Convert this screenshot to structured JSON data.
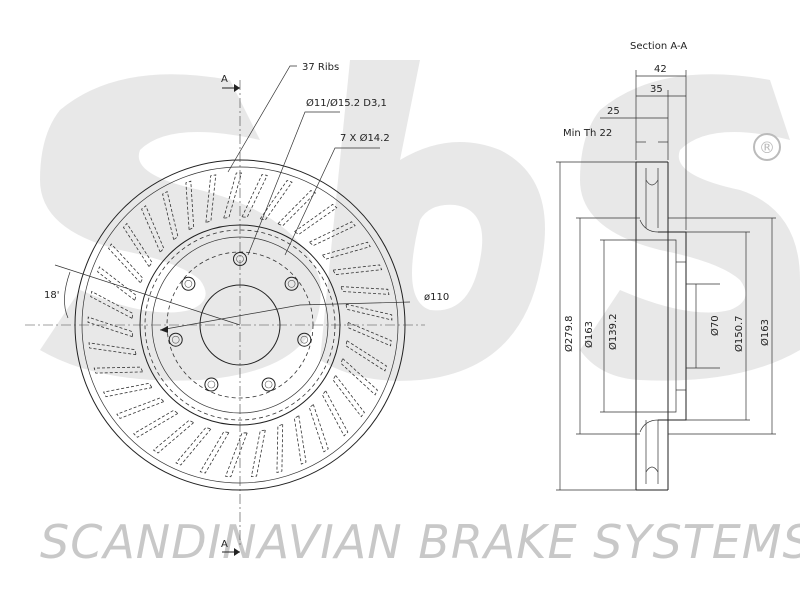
{
  "watermark": {
    "logo": "sbs",
    "registered": "®",
    "company": "SCANDINAVIAN BRAKE SYSTEMS"
  },
  "front_view": {
    "section_mark_top": "A",
    "section_mark_bottom": "A",
    "ribs_label": "37 Ribs",
    "hole_label": "Ø11/Ø15.2 D3,1",
    "bolt_label": "7 X Ø14.2",
    "angle_label": "18'",
    "center_bore_label": "ø110",
    "rib_count": 37,
    "bolt_holes": 7
  },
  "section_view": {
    "title": "Section A-A",
    "dim_total_thickness": "42",
    "dim_hat_height": "35",
    "dim_offset": "25",
    "min_thickness": "Min Th 22",
    "dia_outer": "Ø279.8",
    "dia_friction_inner": "Ø163",
    "dia_hat": "Ø139.2",
    "dia_bore": "Ø70",
    "dia_pcd": "Ø150.7",
    "dia_right": "Ø163"
  },
  "colors": {
    "line": "#222222",
    "watermark": "#c8c8c8"
  }
}
